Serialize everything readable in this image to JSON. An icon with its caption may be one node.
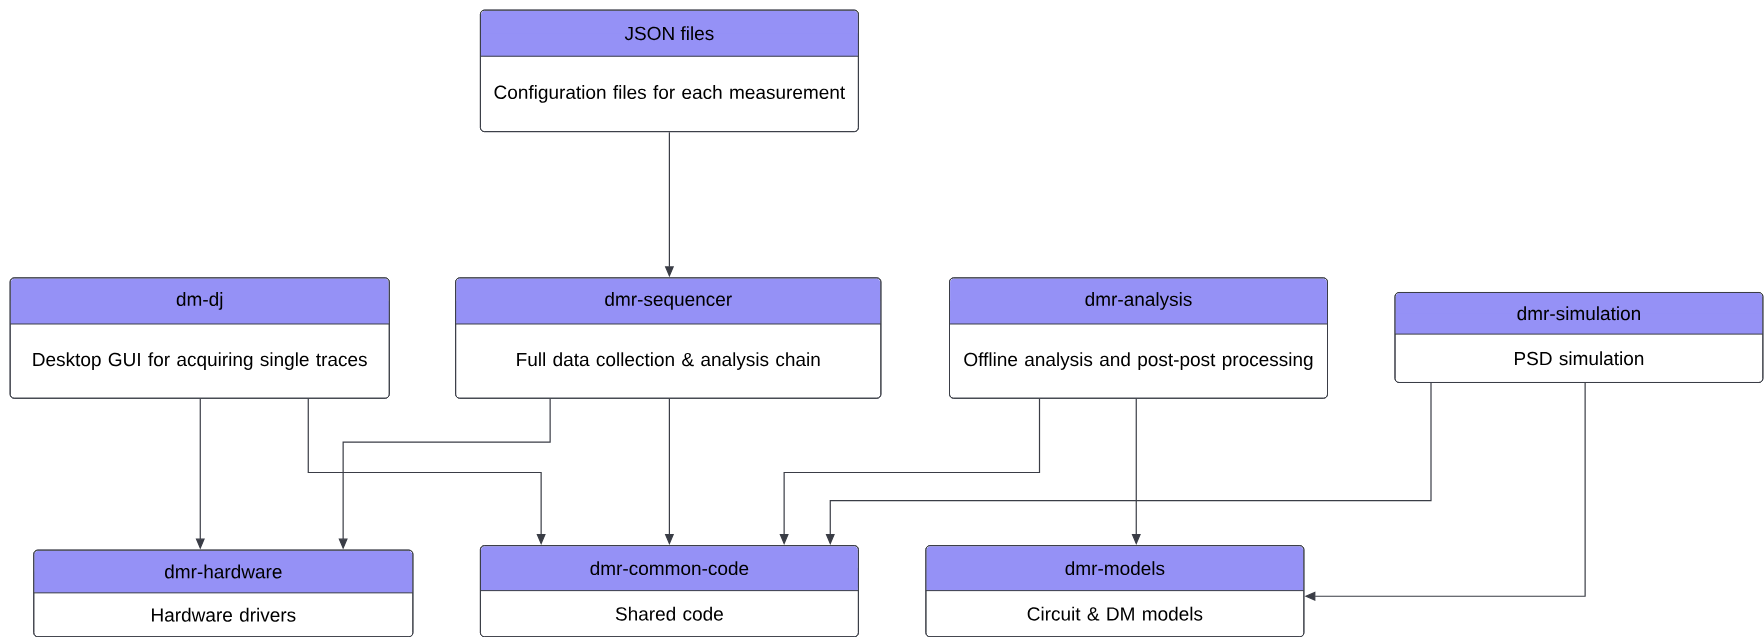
{
  "diagram": {
    "nodes": [
      {
        "text": [
          "JSON files",
          "Configuration files for each measurement"
        ]
      },
      {
        "text": [
          "dm-dj",
          "Desktop GUI for acquiring single traces"
        ]
      },
      {
        "text": [
          "dmr-sequencer",
          "Full data collection & analysis chain"
        ]
      },
      {
        "text": [
          "dmr-analysis",
          "Offline analysis and post-post processing"
        ]
      },
      {
        "text": [
          "dmr-simulation",
          "PSD simulation"
        ]
      },
      {
        "text": [
          "dmr-hardware",
          "Hardware drivers"
        ]
      },
      {
        "text": [
          "dmr-common-code",
          "Shared code"
        ]
      },
      {
        "text": [
          "dmr-models",
          "Circuit & DM models"
        ]
      }
    ],
    "edges": [
      {
        "from": 0,
        "to": 2,
        "arrow": "to"
      },
      {
        "from": 1,
        "to": 5,
        "arrow": "to"
      },
      {
        "from": 1,
        "to": 6,
        "arrow": "to"
      },
      {
        "from": 2,
        "to": 5,
        "arrow": "to"
      },
      {
        "from": 2,
        "to": 6,
        "arrow": "to"
      },
      {
        "from": 3,
        "to": 6,
        "arrow": "to"
      },
      {
        "from": 3,
        "to": 7,
        "arrow": "to"
      },
      {
        "from": 4,
        "to": 6,
        "arrow": "to"
      },
      {
        "from": 4,
        "to": 7,
        "arrow": "to"
      }
    ]
  }
}
